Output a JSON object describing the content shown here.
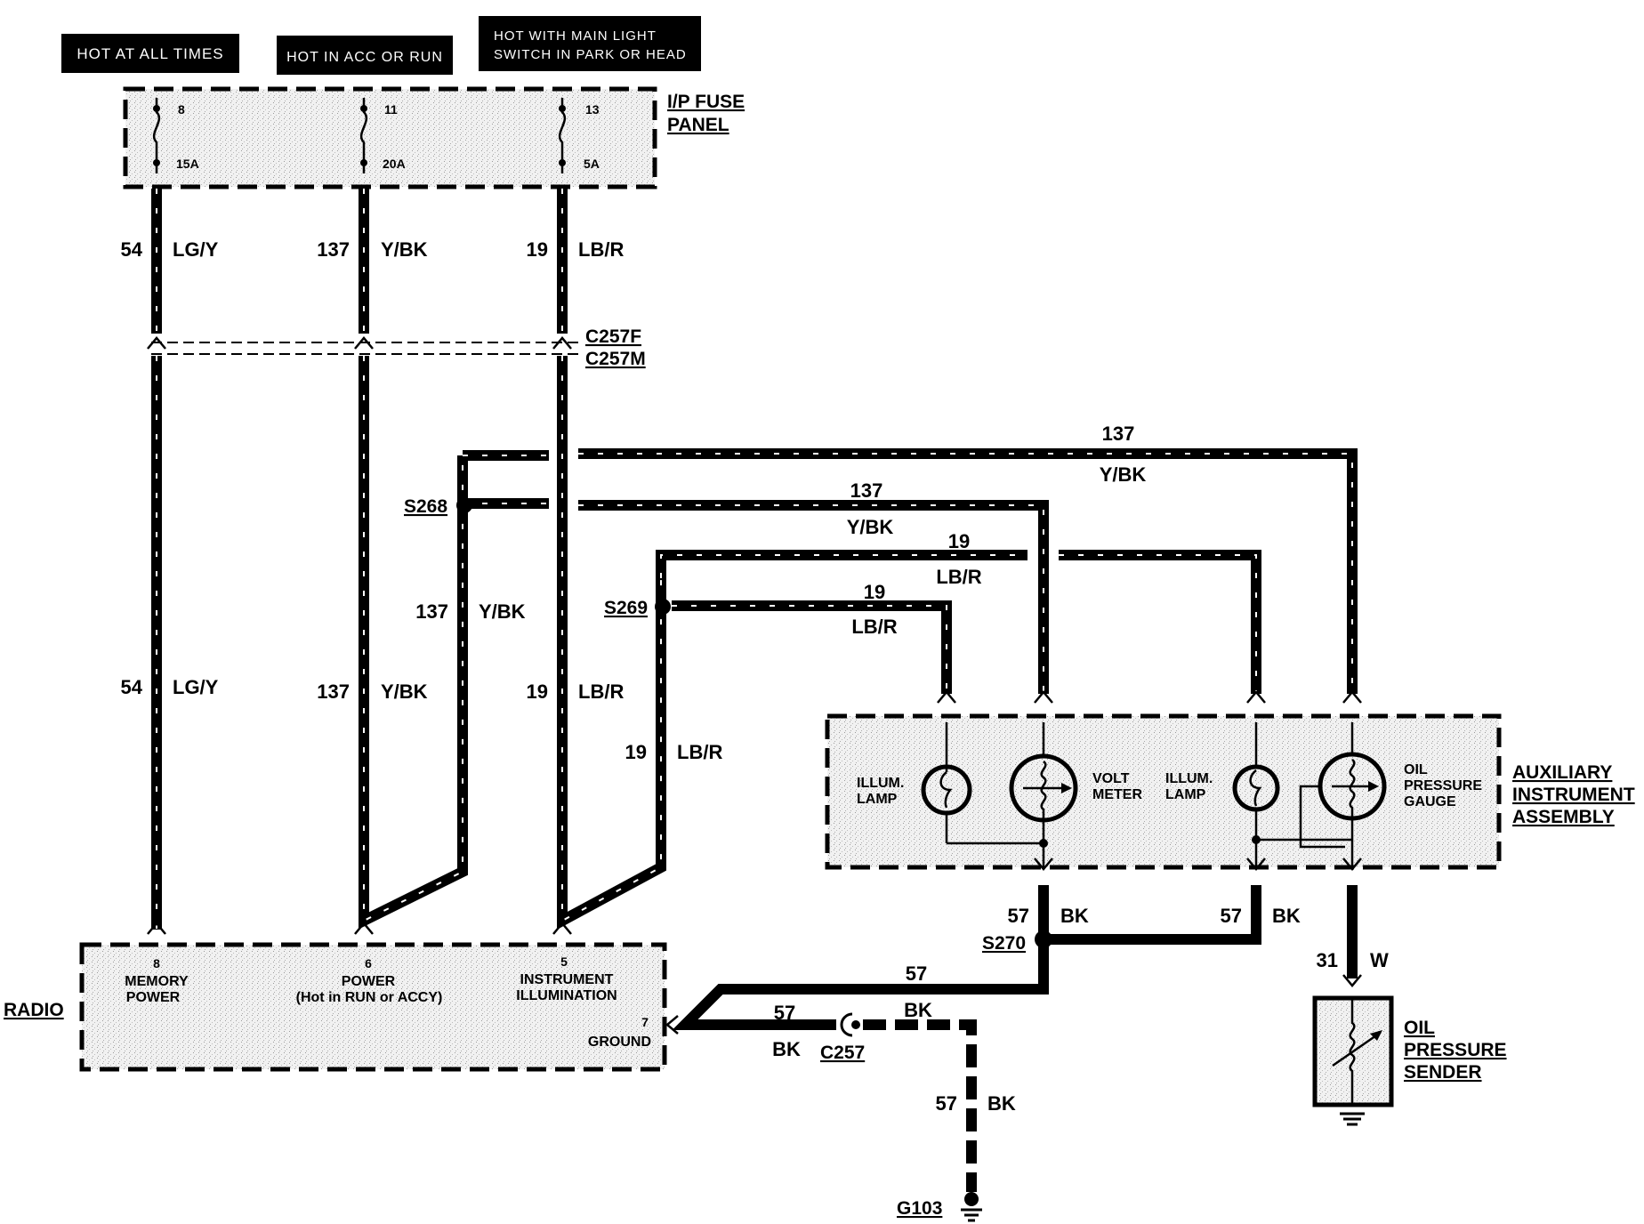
{
  "headers": {
    "hot_at_all_times": "HOT AT ALL TIMES",
    "hot_in_acc_or_run": "HOT IN ACC OR RUN",
    "hot_with_light_line1": "HOT WITH MAIN LIGHT",
    "hot_with_light_line2": "SWITCH IN PARK OR HEAD"
  },
  "fuse_panel": {
    "label_line1": "I/P FUSE",
    "label_line2": "PANEL",
    "fuses": [
      {
        "number": "8",
        "rating": "15A"
      },
      {
        "number": "11",
        "rating": "20A"
      },
      {
        "number": "13",
        "rating": "5A"
      }
    ]
  },
  "connectors": {
    "c257f": "C257F",
    "c257m": "C257M",
    "c257": "C257"
  },
  "splices": {
    "s268": "S268",
    "s269": "S269",
    "s270": "S270"
  },
  "wires": {
    "w54": {
      "circuit": "54",
      "color": "LG/Y"
    },
    "w137": {
      "circuit": "137",
      "color": "Y/BK"
    },
    "w19": {
      "circuit": "19",
      "color": "LB/R"
    },
    "w57": {
      "circuit": "57",
      "color": "BK"
    },
    "w31": {
      "circuit": "31",
      "color": "W"
    }
  },
  "aux_assembly": {
    "label_line1": "AUXILIARY",
    "label_line2": "INSTRUMENT",
    "label_line3": "ASSEMBLY",
    "illum_lamp_line1": "ILLUM.",
    "illum_lamp_line2": "LAMP",
    "volt_meter_line1": "VOLT",
    "volt_meter_line2": "METER",
    "oil_gauge_line1": "OIL",
    "oil_gauge_line2": "PRESSURE",
    "oil_gauge_line3": "GAUGE"
  },
  "radio": {
    "label": "RADIO",
    "pin8_number": "8",
    "pin8_line1": "MEMORY",
    "pin8_line2": "POWER",
    "pin6_number": "6",
    "pin6_line1": "POWER",
    "pin6_line2": "(Hot in RUN or ACCY)",
    "pin5_number": "5",
    "pin5_line1": "INSTRUMENT",
    "pin5_line2": "ILLUMINATION",
    "pin7_number": "7",
    "pin7_label": "GROUND"
  },
  "sender": {
    "label_line1": "OIL",
    "label_line2": "PRESSURE",
    "label_line3": "SENDER"
  },
  "ground": {
    "g103": "G103"
  }
}
